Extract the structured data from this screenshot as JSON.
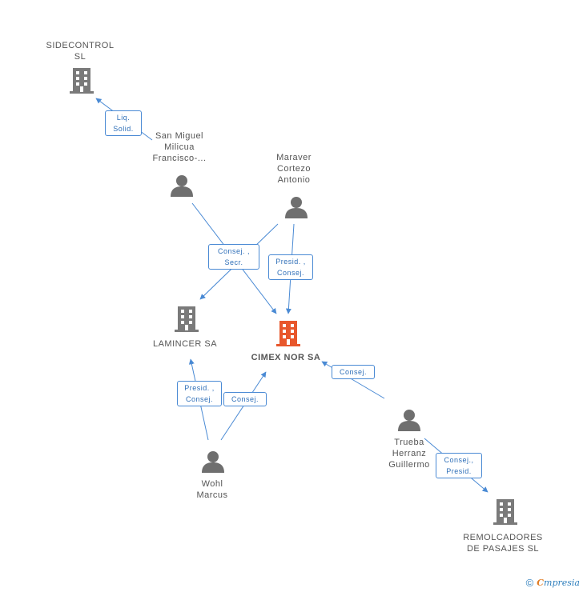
{
  "colors": {
    "edge": "#4a8ad4",
    "company": "#7a7a7a",
    "person": "#6f6f6f",
    "main": "#e8572c"
  },
  "nodes": {
    "sidecontrol": {
      "type": "company-icon",
      "lines": [
        "SIDECONTROL",
        "SL"
      ]
    },
    "sanmiguel": {
      "type": "person-icon",
      "lines": [
        "San Miguel",
        "Milicua",
        "Francisco-..."
      ]
    },
    "maraver": {
      "type": "person-icon",
      "lines": [
        "Maraver",
        "Cortezo",
        "Antonio"
      ]
    },
    "laminc": {
      "type": "company-icon",
      "lines": [
        "LAMINCER SA"
      ]
    },
    "cimex": {
      "type": "company-icon",
      "lines": [
        "CIMEX NOR SA"
      ],
      "main": true
    },
    "wohl": {
      "type": "person-icon",
      "lines": [
        "Wohl",
        "Marcus"
      ]
    },
    "trueba": {
      "type": "person-icon",
      "lines": [
        "Trueba",
        "Herranz",
        "Guillermo"
      ]
    },
    "remolcadores": {
      "type": "company-icon",
      "lines": [
        "REMOLCADORES",
        "DE PASAJES SL"
      ]
    }
  },
  "edges": {
    "liq": {
      "lines": [
        "Liq.",
        "Solid."
      ]
    },
    "sanmiguel_secr": {
      "lines": [
        "Consej. ,",
        "Secr."
      ]
    },
    "maraver_presid": {
      "lines": [
        "Presid. ,",
        "Consej."
      ]
    },
    "wohl_presid": {
      "lines": [
        "Presid. ,",
        "Consej."
      ]
    },
    "wohl_consej": {
      "lines": [
        "Consej."
      ]
    },
    "trueba_consej": {
      "lines": [
        "Consej."
      ]
    },
    "trueba_presid": {
      "lines": [
        "Consej.,",
        "Presid."
      ]
    }
  },
  "footer": {
    "copyright": "©",
    "brand_first": "C",
    "brand_rest": "mpresia"
  }
}
